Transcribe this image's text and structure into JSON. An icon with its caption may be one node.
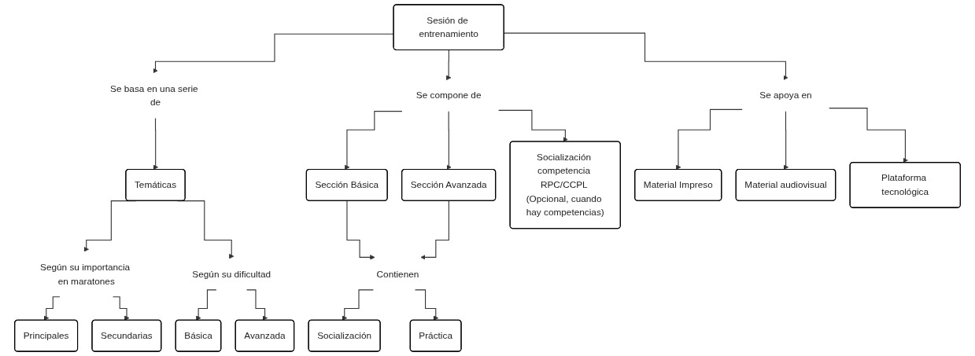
{
  "diagram": {
    "nodes": [
      {
        "text": [
          "Sesión de entrenamiento"
        ]
      },
      {
        "text": [
          "Se basa en una serie de"
        ]
      },
      {
        "text": [
          "Se compone de"
        ]
      },
      {
        "text": [
          "Se apoya en"
        ]
      },
      {
        "text": [
          "Temáticas"
        ]
      },
      {
        "text": [
          "Sección Básica"
        ]
      },
      {
        "text": [
          "Sección Avanzada"
        ]
      },
      {
        "text": [
          "Socialización competencia RPC/CCPL (Opcional, cuando hay competencias)"
        ]
      },
      {
        "text": [
          "Material Impreso"
        ]
      },
      {
        "text": [
          "Según su importancia en maratones"
        ]
      },
      {
        "text": [
          "Según su dificultad"
        ]
      },
      {
        "text": [
          "Contienen"
        ]
      },
      {
        "text": [
          "Material audiovisual"
        ]
      },
      {
        "text": [
          "Principales"
        ]
      },
      {
        "text": [
          "Básica"
        ]
      },
      {
        "text": [
          "Socialización"
        ]
      },
      {
        "text": [
          "Práctica"
        ]
      },
      {
        "text": [
          "Plataforma tecnológica"
        ]
      },
      {
        "text": [
          "Secundarias"
        ]
      },
      {
        "text": [
          "Avanzada"
        ]
      }
    ],
    "edges": [
      {
        "from": 0,
        "to": 1,
        "arrow": "to"
      },
      {
        "from": 0,
        "to": 2,
        "arrow": "to"
      },
      {
        "from": 0,
        "to": 3,
        "arrow": "to"
      },
      {
        "from": 1,
        "to": 4,
        "arrow": "to"
      },
      {
        "from": 4,
        "to": 9,
        "arrow": "to"
      },
      {
        "from": 4,
        "to": 10,
        "arrow": "to"
      },
      {
        "from": 9,
        "to": 13,
        "arrow": "to"
      },
      {
        "from": 9,
        "to": 18,
        "arrow": "to"
      },
      {
        "from": 10,
        "to": 14,
        "arrow": "to"
      },
      {
        "from": 10,
        "to": 19,
        "arrow": "to"
      },
      {
        "from": 2,
        "to": 5,
        "arrow": "to"
      },
      {
        "from": 2,
        "to": 6,
        "arrow": "to"
      },
      {
        "from": 2,
        "to": 7,
        "arrow": "to"
      },
      {
        "from": 5,
        "to": 11,
        "arrow": "to"
      },
      {
        "from": 6,
        "to": 11,
        "arrow": "to"
      },
      {
        "from": 11,
        "to": 15,
        "arrow": "to"
      },
      {
        "from": 11,
        "to": 16,
        "arrow": "to"
      },
      {
        "from": 3,
        "to": 8,
        "arrow": "to"
      },
      {
        "from": 3,
        "to": 12,
        "arrow": "to"
      },
      {
        "from": 3,
        "to": 17,
        "arrow": "to"
      }
    ]
  }
}
